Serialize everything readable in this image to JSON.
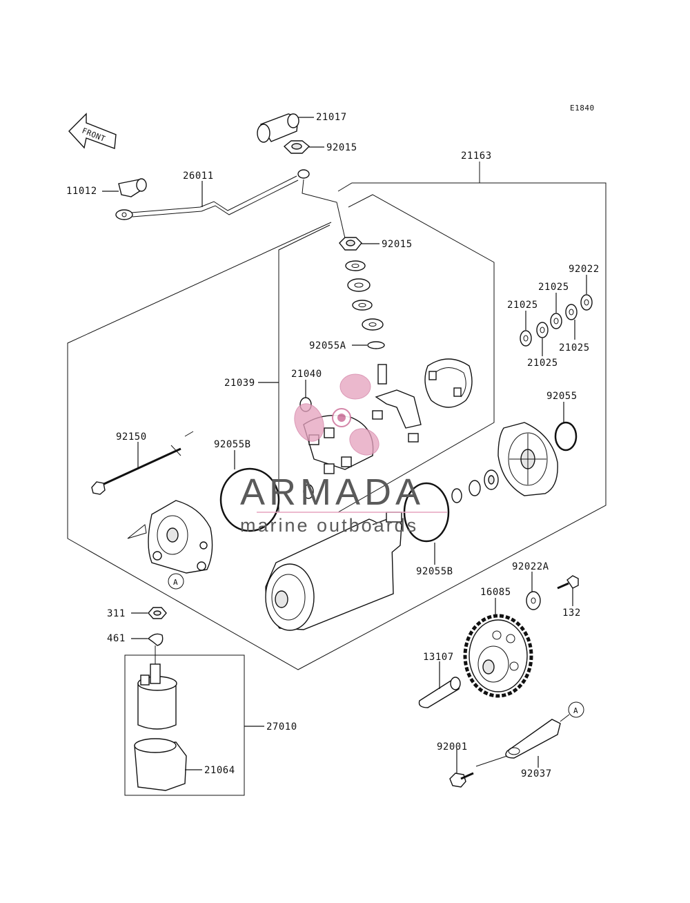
{
  "diagram": {
    "code": "E1840",
    "front_label": "FRONT",
    "callouts": {
      "c21017": "21017",
      "c92015_top": "92015",
      "c21163": "21163",
      "c11012": "11012",
      "c26011": "26011",
      "c92015_mid": "92015",
      "c92022": "92022",
      "c21025_a": "21025",
      "c21025_b": "21025",
      "c21025_c": "21025",
      "c21025_d": "21025",
      "c92055A": "92055A",
      "c21039": "21039",
      "c21040": "21040",
      "c92055": "92055",
      "c92150": "92150",
      "c92055B_left": "92055B",
      "c92055B_right": "92055B",
      "c92022A": "92022A",
      "c16085": "16085",
      "c132": "132",
      "c311": "311",
      "c461": "461",
      "c13107": "13107",
      "c27010": "27010",
      "c21064": "21064",
      "c92001": "92001",
      "c92037": "92037",
      "ref_a_1": "A",
      "ref_a_2": "A"
    }
  },
  "watermark": {
    "brand": "ARMADA",
    "tagline": "marine outboards",
    "accent_color": "#e6a3bf"
  }
}
